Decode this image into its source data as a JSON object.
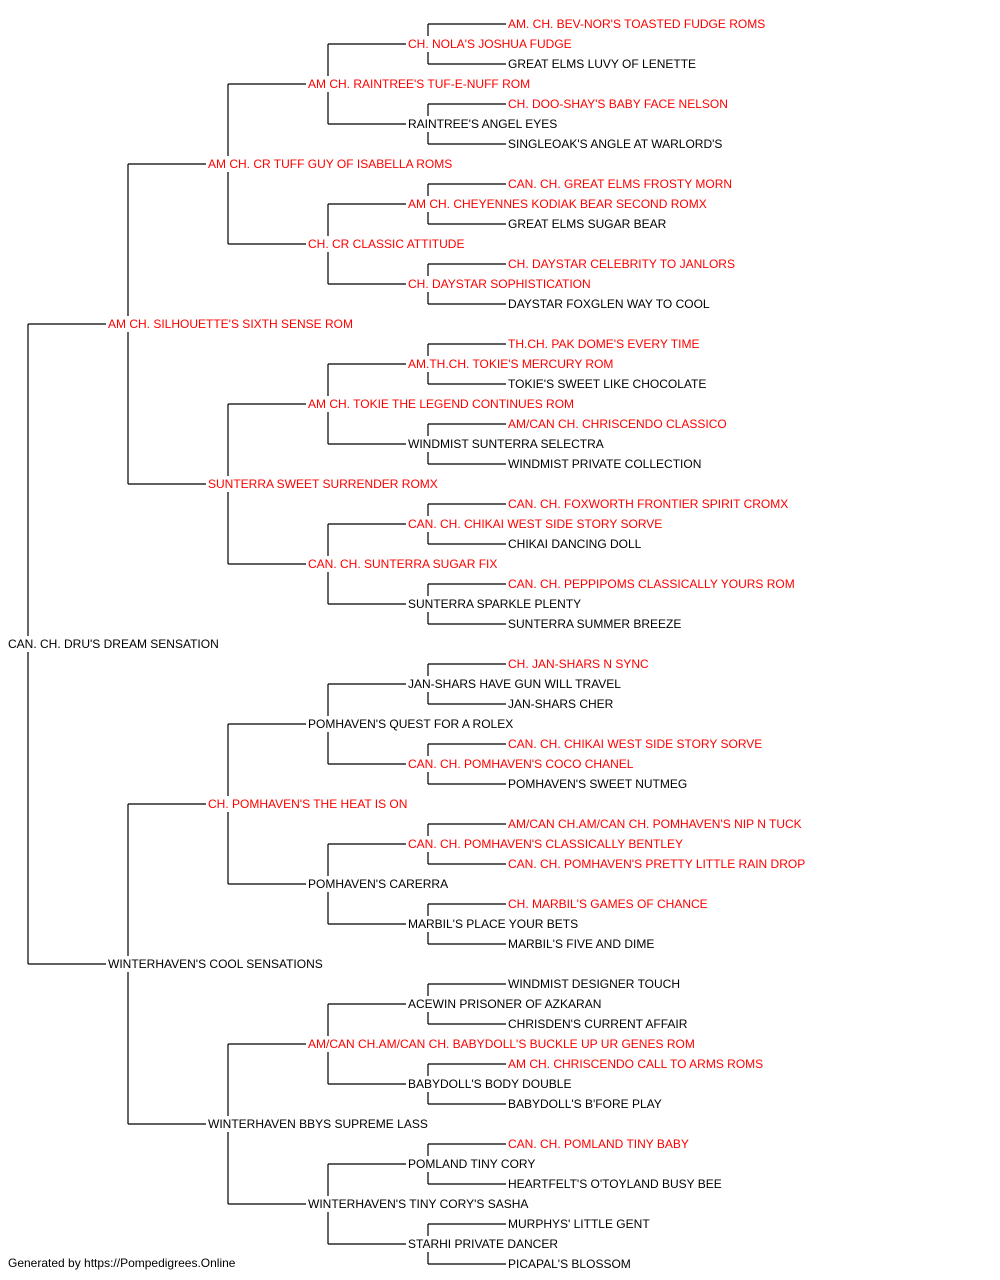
{
  "colors": {
    "titled": "#ff0000",
    "plain": "#000000",
    "line": "#000000"
  },
  "pedigree": {
    "name": "CAN. CH. DRU'S DREAM SENSATION",
    "titled": false,
    "sire": {
      "name": "AM CH. SILHOUETTE'S SIXTH SENSE ROM",
      "titled": true,
      "sire": {
        "name": "AM CH. CR TUFF GUY OF ISABELLA ROMS",
        "titled": true,
        "sire": {
          "name": "AM CH. RAINTREE'S TUF-E-NUFF ROM",
          "titled": true,
          "sire": {
            "name": "CH. NOLA'S JOSHUA FUDGE",
            "titled": true,
            "sire": {
              "name": "AM. CH. BEV-NOR'S TOASTED FUDGE ROMS",
              "titled": true
            },
            "dam": {
              "name": "GREAT ELMS LUVY OF LENETTE",
              "titled": false
            }
          },
          "dam": {
            "name": "RAINTREE'S ANGEL EYES",
            "titled": false,
            "sire": {
              "name": "CH. DOO-SHAY'S BABY FACE NELSON",
              "titled": true
            },
            "dam": {
              "name": "SINGLEOAK'S ANGLE AT WARLORD'S",
              "titled": false
            }
          }
        },
        "dam": {
          "name": "CH. CR CLASSIC ATTITUDE",
          "titled": true,
          "sire": {
            "name": "AM CH. CHEYENNES KODIAK BEAR SECOND ROMX",
            "titled": true,
            "sire": {
              "name": "CAN. CH. GREAT ELMS FROSTY MORN",
              "titled": true
            },
            "dam": {
              "name": "GREAT ELMS SUGAR BEAR",
              "titled": false
            }
          },
          "dam": {
            "name": "CH. DAYSTAR SOPHISTICATION",
            "titled": true,
            "sire": {
              "name": "CH. DAYSTAR CELEBRITY TO JANLORS",
              "titled": true
            },
            "dam": {
              "name": "DAYSTAR FOXGLEN WAY TO COOL",
              "titled": false
            }
          }
        }
      },
      "dam": {
        "name": "SUNTERRA SWEET SURRENDER ROMX",
        "titled": true,
        "sire": {
          "name": "AM CH. TOKIE THE LEGEND CONTINUES ROM",
          "titled": true,
          "sire": {
            "name": "AM.TH.CH. TOKIE'S MERCURY ROM",
            "titled": true,
            "sire": {
              "name": "TH.CH. PAK DOME'S EVERY TIME",
              "titled": true
            },
            "dam": {
              "name": "TOKIE'S SWEET LIKE CHOCOLATE",
              "titled": false
            }
          },
          "dam": {
            "name": "WINDMIST SUNTERRA SELECTRA",
            "titled": false,
            "sire": {
              "name": "AM/CAN CH. CHRISCENDO CLASSICO",
              "titled": true
            },
            "dam": {
              "name": "WINDMIST PRIVATE COLLECTION",
              "titled": false
            }
          }
        },
        "dam": {
          "name": "CAN. CH. SUNTERRA SUGAR FIX",
          "titled": true,
          "sire": {
            "name": "CAN. CH. CHIKAI WEST SIDE STORY SORVE",
            "titled": true,
            "sire": {
              "name": "CAN. CH. FOXWORTH FRONTIER SPIRIT CROMX",
              "titled": true
            },
            "dam": {
              "name": "CHIKAI DANCING DOLL",
              "titled": false
            }
          },
          "dam": {
            "name": "SUNTERRA SPARKLE PLENTY",
            "titled": false,
            "sire": {
              "name": "CAN. CH. PEPPIPOMS CLASSICALLY YOURS ROM",
              "titled": true
            },
            "dam": {
              "name": "SUNTERRA SUMMER BREEZE",
              "titled": false
            }
          }
        }
      }
    },
    "dam": {
      "name": "WINTERHAVEN'S COOL SENSATIONS",
      "titled": false,
      "sire": {
        "name": "CH. POMHAVEN'S THE HEAT IS ON",
        "titled": true,
        "sire": {
          "name": "POMHAVEN'S QUEST FOR A ROLEX",
          "titled": false,
          "sire": {
            "name": "JAN-SHARS HAVE GUN WILL TRAVEL",
            "titled": false,
            "sire": {
              "name": "CH. JAN-SHARS N SYNC",
              "titled": true
            },
            "dam": {
              "name": "JAN-SHARS CHER",
              "titled": false
            }
          },
          "dam": {
            "name": "CAN. CH. POMHAVEN'S COCO CHANEL",
            "titled": true,
            "sire": {
              "name": "CAN. CH. CHIKAI WEST SIDE STORY SORVE",
              "titled": true
            },
            "dam": {
              "name": "POMHAVEN'S SWEET NUTMEG",
              "titled": false
            }
          }
        },
        "dam": {
          "name": "POMHAVEN'S CARERRA",
          "titled": false,
          "sire": {
            "name": "CAN. CH. POMHAVEN'S CLASSICALLY BENTLEY",
            "titled": true,
            "sire": {
              "name": "AM/CAN CH.AM/CAN CH. POMHAVEN'S NIP N TUCK",
              "titled": true
            },
            "dam": {
              "name": "CAN. CH. POMHAVEN'S PRETTY LITTLE RAIN DROP",
              "titled": true
            }
          },
          "dam": {
            "name": "MARBIL'S PLACE YOUR BETS",
            "titled": false,
            "sire": {
              "name": "CH. MARBIL'S GAMES OF CHANCE",
              "titled": true
            },
            "dam": {
              "name": "MARBIL'S FIVE AND DIME",
              "titled": false
            }
          }
        }
      },
      "dam": {
        "name": "WINTERHAVEN BBYS SUPREME LASS",
        "titled": false,
        "sire": {
          "name": "AM/CAN CH.AM/CAN CH. BABYDOLL'S BUCKLE UP UR GENES ROM",
          "titled": true,
          "sire": {
            "name": "ACEWIN PRISONER OF AZKARAN",
            "titled": false,
            "sire": {
              "name": "WINDMIST DESIGNER TOUCH",
              "titled": false
            },
            "dam": {
              "name": "CHRISDEN'S CURRENT AFFAIR",
              "titled": false
            }
          },
          "dam": {
            "name": "BABYDOLL'S BODY DOUBLE",
            "titled": false,
            "sire": {
              "name": "AM CH. CHRISCENDO CALL TO ARMS ROMS",
              "titled": true
            },
            "dam": {
              "name": "BABYDOLL'S B'FORE PLAY",
              "titled": false
            }
          }
        },
        "dam": {
          "name": "WINTERHAVEN'S TINY CORY'S SASHA",
          "titled": false,
          "sire": {
            "name": "POMLAND TINY CORY",
            "titled": false,
            "sire": {
              "name": "CAN. CH. POMLAND TINY BABY",
              "titled": true
            },
            "dam": {
              "name": "HEARTFELT'S O'TOYLAND BUSY BEE",
              "titled": false
            }
          },
          "dam": {
            "name": "STARHI PRIVATE DANCER",
            "titled": false,
            "sire": {
              "name": "MURPHYS' LITTLE GENT",
              "titled": false
            },
            "dam": {
              "name": "PICAPAL'S BLOSSOM",
              "titled": false
            }
          }
        }
      }
    }
  },
  "footer": "Generated by https://Pompedigrees.Online"
}
